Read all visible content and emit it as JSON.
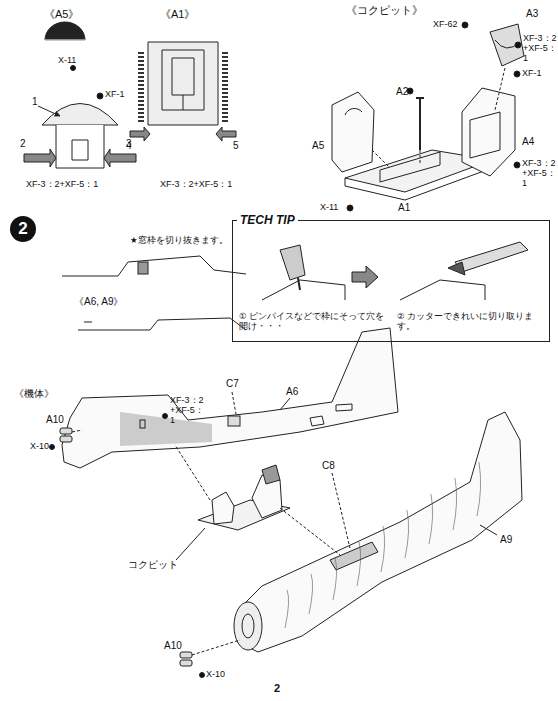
{
  "diagram": {
    "nodes": [
      {
        "text": [
          "2"
        ]
      },
      {
        "text": [
          "TECH TIP",
          "① ピンバイスなどで枠にそって穴を開け・・・",
          "② カッターできれいに切り取ります。"
        ]
      }
    ],
    "labels": [
      "《A5》",
      "《A1》",
      "《コクピット》",
      "X-11",
      "XF-1",
      "1",
      "2",
      "3",
      "XF-3：2+XF-5：1",
      "4",
      "5",
      "XF-3：2+XF-5：1",
      "XF-62",
      "A3",
      "XF-3：2 +XF-5：1",
      "XF-1",
      "A2",
      "A5",
      "A4",
      "XF-3：2 +XF-5：1",
      "A1",
      "X-11",
      "★窓枠を切り抜きます。",
      "《A6, A9》",
      "《機体》",
      "C7",
      "A6",
      "XF-3：2 +XF-5：1",
      "A10",
      "X-10",
      "C8",
      "A9",
      "コクピット",
      "A10",
      "X-10",
      "2"
    ]
  }
}
